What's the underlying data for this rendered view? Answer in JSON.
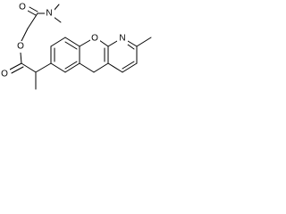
{
  "molecule": {
    "atoms": {
      "o_carbonyl_top": "O",
      "n_amide": "N",
      "o_ester_link": "O",
      "o_carbonyl_ester": "O",
      "o_ring": "O",
      "n_pyridine": "N"
    },
    "colors": {
      "bond": "#000000",
      "label": "#000000",
      "background": "#ffffff"
    }
  }
}
